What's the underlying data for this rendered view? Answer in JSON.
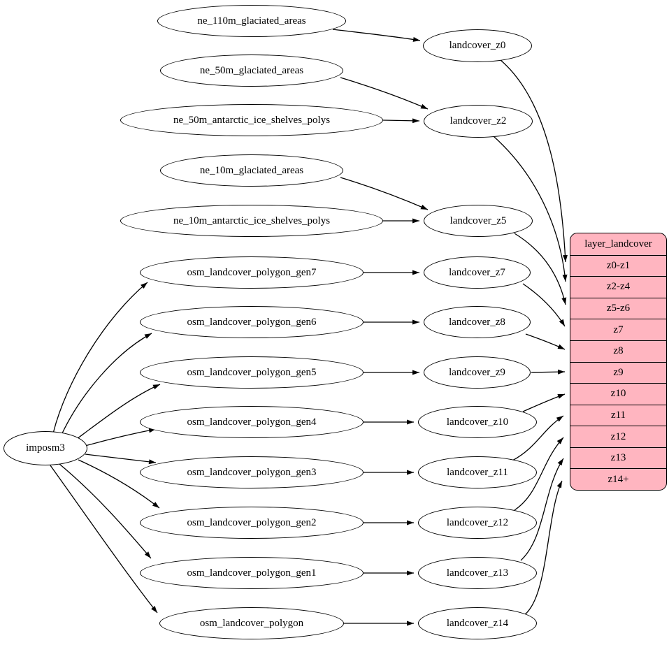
{
  "diagram": {
    "kind": "etl-dependency-graph",
    "colors": {
      "background": "#ffffff",
      "node_fill": "#ffffff",
      "node_stroke": "#000000",
      "edge_stroke": "#000000",
      "table_fill": "#ffb5c0",
      "text": "#000000"
    },
    "importer": {
      "label": "imposm3"
    },
    "sources": [
      {
        "label": "ne_110m_glaciated_areas"
      },
      {
        "label": "ne_50m_glaciated_areas"
      },
      {
        "label": "ne_50m_antarctic_ice_shelves_polys"
      },
      {
        "label": "ne_10m_glaciated_areas"
      },
      {
        "label": "ne_10m_antarctic_ice_shelves_polys"
      },
      {
        "label": "osm_landcover_polygon_gen7"
      },
      {
        "label": "osm_landcover_polygon_gen6"
      },
      {
        "label": "osm_landcover_polygon_gen5"
      },
      {
        "label": "osm_landcover_polygon_gen4"
      },
      {
        "label": "osm_landcover_polygon_gen3"
      },
      {
        "label": "osm_landcover_polygon_gen2"
      },
      {
        "label": "osm_landcover_polygon_gen1"
      },
      {
        "label": "osm_landcover_polygon"
      }
    ],
    "transforms": [
      {
        "label": "landcover_z0"
      },
      {
        "label": "landcover_z2"
      },
      {
        "label": "landcover_z5"
      },
      {
        "label": "landcover_z7"
      },
      {
        "label": "landcover_z8"
      },
      {
        "label": "landcover_z9"
      },
      {
        "label": "landcover_z10"
      },
      {
        "label": "landcover_z11"
      },
      {
        "label": "landcover_z12"
      },
      {
        "label": "landcover_z13"
      },
      {
        "label": "landcover_z14"
      }
    ],
    "table": {
      "title": "layer_landcover",
      "rows": [
        "z0-z1",
        "z2-z4",
        "z5-z6",
        "z7",
        "z8",
        "z9",
        "z10",
        "z11",
        "z12",
        "z13",
        "z14+"
      ]
    },
    "edges": [
      {
        "from": "imposm3",
        "to": "osm_landcover_polygon_gen7"
      },
      {
        "from": "imposm3",
        "to": "osm_landcover_polygon_gen6"
      },
      {
        "from": "imposm3",
        "to": "osm_landcover_polygon_gen5"
      },
      {
        "from": "imposm3",
        "to": "osm_landcover_polygon_gen4"
      },
      {
        "from": "imposm3",
        "to": "osm_landcover_polygon_gen3"
      },
      {
        "from": "imposm3",
        "to": "osm_landcover_polygon_gen2"
      },
      {
        "from": "imposm3",
        "to": "osm_landcover_polygon_gen1"
      },
      {
        "from": "imposm3",
        "to": "osm_landcover_polygon"
      },
      {
        "from": "ne_110m_glaciated_areas",
        "to": "landcover_z0"
      },
      {
        "from": "ne_50m_glaciated_areas",
        "to": "landcover_z2"
      },
      {
        "from": "ne_50m_antarctic_ice_shelves_polys",
        "to": "landcover_z2"
      },
      {
        "from": "ne_10m_glaciated_areas",
        "to": "landcover_z5"
      },
      {
        "from": "ne_10m_antarctic_ice_shelves_polys",
        "to": "landcover_z5"
      },
      {
        "from": "osm_landcover_polygon_gen7",
        "to": "landcover_z7"
      },
      {
        "from": "osm_landcover_polygon_gen6",
        "to": "landcover_z8"
      },
      {
        "from": "osm_landcover_polygon_gen5",
        "to": "landcover_z9"
      },
      {
        "from": "osm_landcover_polygon_gen4",
        "to": "landcover_z10"
      },
      {
        "from": "osm_landcover_polygon_gen3",
        "to": "landcover_z11"
      },
      {
        "from": "osm_landcover_polygon_gen2",
        "to": "landcover_z12"
      },
      {
        "from": "osm_landcover_polygon_gen1",
        "to": "landcover_z13"
      },
      {
        "from": "osm_landcover_polygon",
        "to": "landcover_z14"
      },
      {
        "from": "landcover_z0",
        "to": "layer_landcover.z0-z1"
      },
      {
        "from": "landcover_z2",
        "to": "layer_landcover.z2-z4"
      },
      {
        "from": "landcover_z5",
        "to": "layer_landcover.z5-z6"
      },
      {
        "from": "landcover_z7",
        "to": "layer_landcover.z7"
      },
      {
        "from": "landcover_z8",
        "to": "layer_landcover.z8"
      },
      {
        "from": "landcover_z9",
        "to": "layer_landcover.z9"
      },
      {
        "from": "landcover_z10",
        "to": "layer_landcover.z10"
      },
      {
        "from": "landcover_z11",
        "to": "layer_landcover.z11"
      },
      {
        "from": "landcover_z12",
        "to": "layer_landcover.z12"
      },
      {
        "from": "landcover_z13",
        "to": "layer_landcover.z13"
      },
      {
        "from": "landcover_z14",
        "to": "layer_landcover.z14+"
      }
    ]
  }
}
